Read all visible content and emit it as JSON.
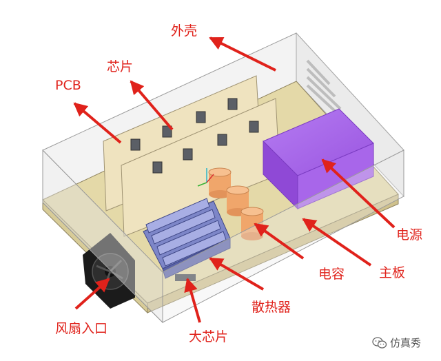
{
  "colors": {
    "label": "#e0221b",
    "arrow": "#e0221b",
    "board": "#e4d9a8",
    "panel": "#efe3bf",
    "heatsink": "#7d86c8",
    "power_supply": "#a25be6",
    "capacitor": "#f0a66b",
    "fan": "#1b1b1b"
  },
  "labels": {
    "enclosure": "外壳",
    "chip": "芯片",
    "pcb": "PCB",
    "power_supply": "电源",
    "motherboard": "主板",
    "capacitor": "电容",
    "heatsink": "散热器",
    "large_chip": "大芯片",
    "fan_inlet": "风扇入口"
  },
  "watermark": {
    "text": "仿真秀",
    "icon": "wechat-icon"
  }
}
